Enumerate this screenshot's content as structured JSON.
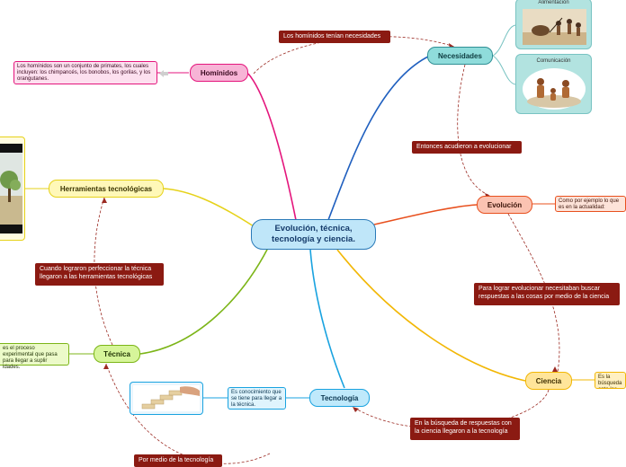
{
  "center": {
    "line1": "Evolución, técnica,",
    "line2": "tecnología y ciencia."
  },
  "nodes": {
    "hominidos": "Homínidos",
    "necesidades": "Necesidades",
    "evolucion": "Evolución",
    "ciencia": "Ciencia",
    "tecnologia": "Tecnología",
    "tecnica": "Técnica",
    "herramientas": "Herramientas tecnológicas"
  },
  "notes": {
    "hominidos": "Los homínidos son un conjunto de primates, los cuales incluyen: los chimpancés, los bonobos, los gorilas, y los orangutanes.",
    "evolucion": "Como por ejemplo lo que es en la actualidad:",
    "ciencia": "Es la búsqueda ante las co",
    "tecnologia": "Es conocimiento que se tiene para llegar a la técnica.",
    "tecnica": "es el proceso experimental que pasa para llegar a suplir idades."
  },
  "tags": {
    "hom_nec": "Los homínidos tenían necesidades",
    "nec_evo": "Entonces acudieron a evolucionar",
    "evo_cie": "Para lograr evolucionar necesitaban buscar respuestas a las cosas por medio de la ciencia",
    "cie_tec": "En la búsqueda de respuestas con la ciencia llegaron a la tecnología",
    "tec_her": "Cuando lograron perfeccionar la técnica llegaron a las herramientas tecnológicas",
    "tecno_tec": "Por medio de la tecnología"
  },
  "cards": {
    "alimentacion": "Alimentación",
    "comunicacion": "Comunicación"
  },
  "colors": {
    "hominidos": "#e4157c",
    "necesidades": "#1f5fbf",
    "evolucion": "#e8501e",
    "ciencia": "#f2b705",
    "tecnologia": "#1aa3e0",
    "tecnica": "#7cb518",
    "herramientas": "#e6d21a",
    "dashed": "#9b2a22"
  }
}
